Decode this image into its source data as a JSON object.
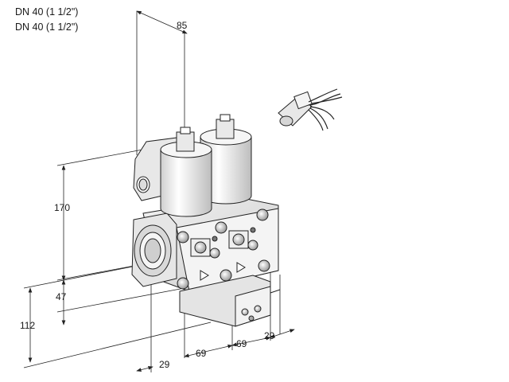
{
  "header": {
    "line1": "DN 40 (1 1/2\")",
    "line2": "DN 40 (1 1/2\")"
  },
  "dimensions": {
    "d_85": "85",
    "d_170": "170",
    "d_47": "47",
    "d_112": "112",
    "d_29_bottom": "29",
    "d_69_a": "69",
    "d_69_b": "69",
    "d_29_right": "29"
  }
}
